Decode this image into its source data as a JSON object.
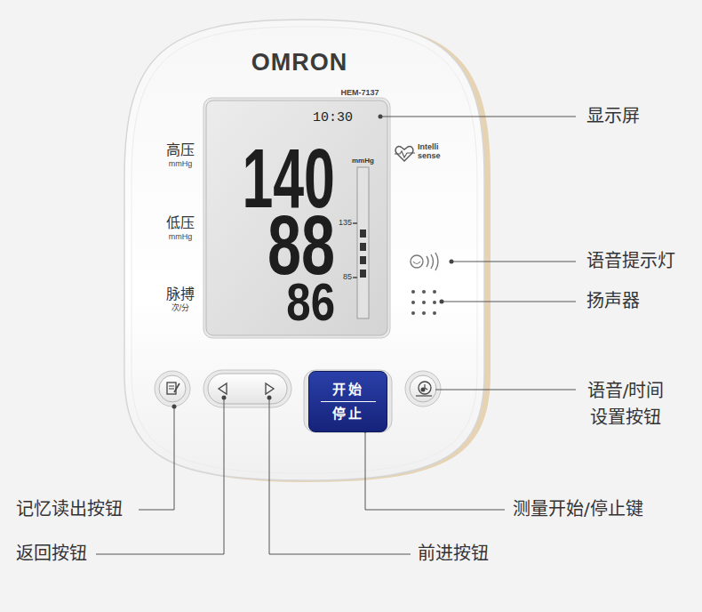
{
  "diagram": {
    "nodes": [
      {
        "text": [
          "OMRON",
          "HEM-7137",
          "高压",
          "mmHg",
          "Intelli sense",
          "低压",
          "mmHg",
          "脉搏",
          "次/分"
        ]
      },
      {
        "text": [
          "10:30",
          "140",
          "mmHg",
          "135",
          "88",
          "85",
          "86"
        ],
        "in": 0
      },
      {
        "text": [
          "开始",
          "停止"
        ],
        "in": 0
      }
    ],
    "labels": [
      "显示屏",
      "语音提示灯",
      "扬声器",
      "语音/时间 设置按钮",
      "记忆读出按钮",
      "返回按钮",
      "前进按钮",
      "测量开始/停止键"
    ]
  }
}
